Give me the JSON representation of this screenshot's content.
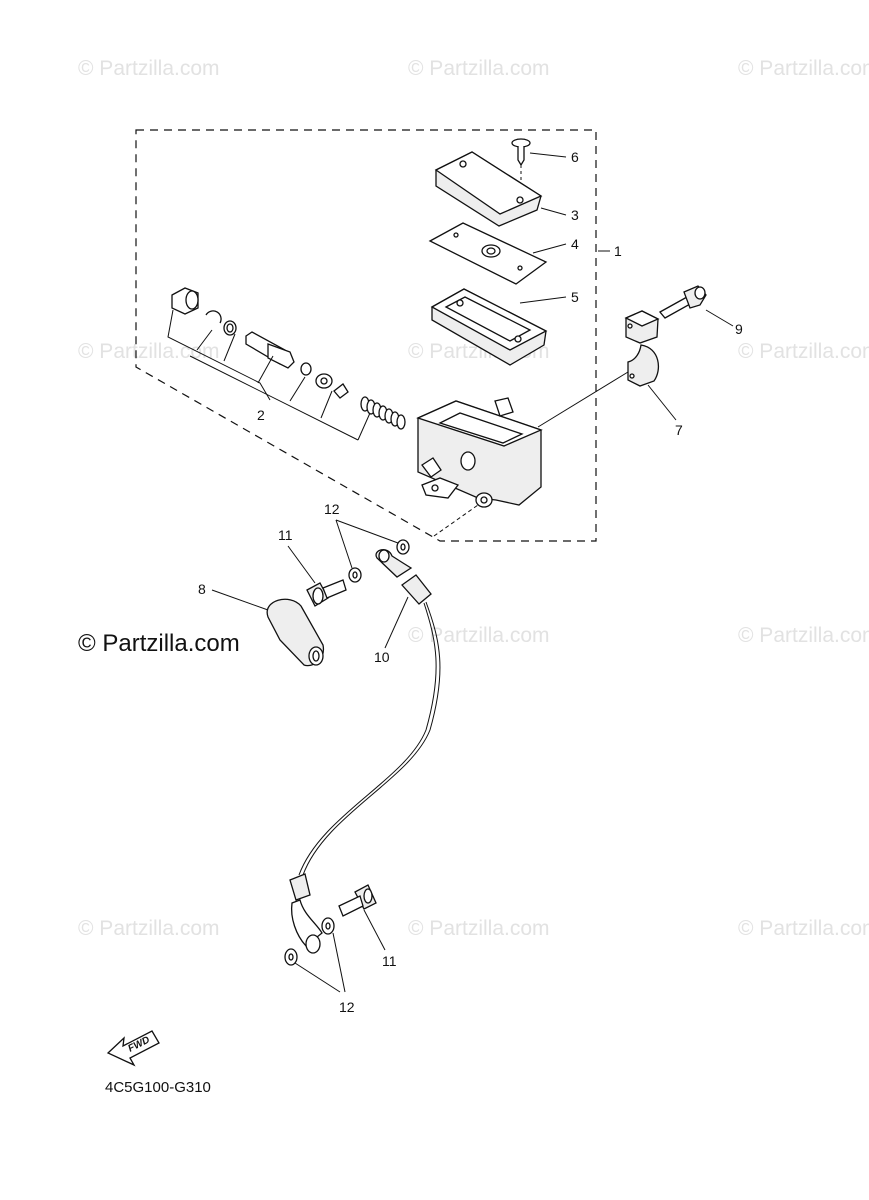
{
  "watermark": {
    "text": "© Partzilla.com",
    "prominent_text": "© Partzilla.com"
  },
  "diagram_code": "4C5G100-G310",
  "fwd_label": "FWD",
  "callouts": {
    "c1": "1",
    "c2": "2",
    "c3": "3",
    "c4": "4",
    "c5": "5",
    "c6": "6",
    "c7": "7",
    "c8": "8",
    "c9": "9",
    "c10": "10",
    "c11a": "11",
    "c11b": "11",
    "c12a": "12",
    "c12b": "12"
  }
}
